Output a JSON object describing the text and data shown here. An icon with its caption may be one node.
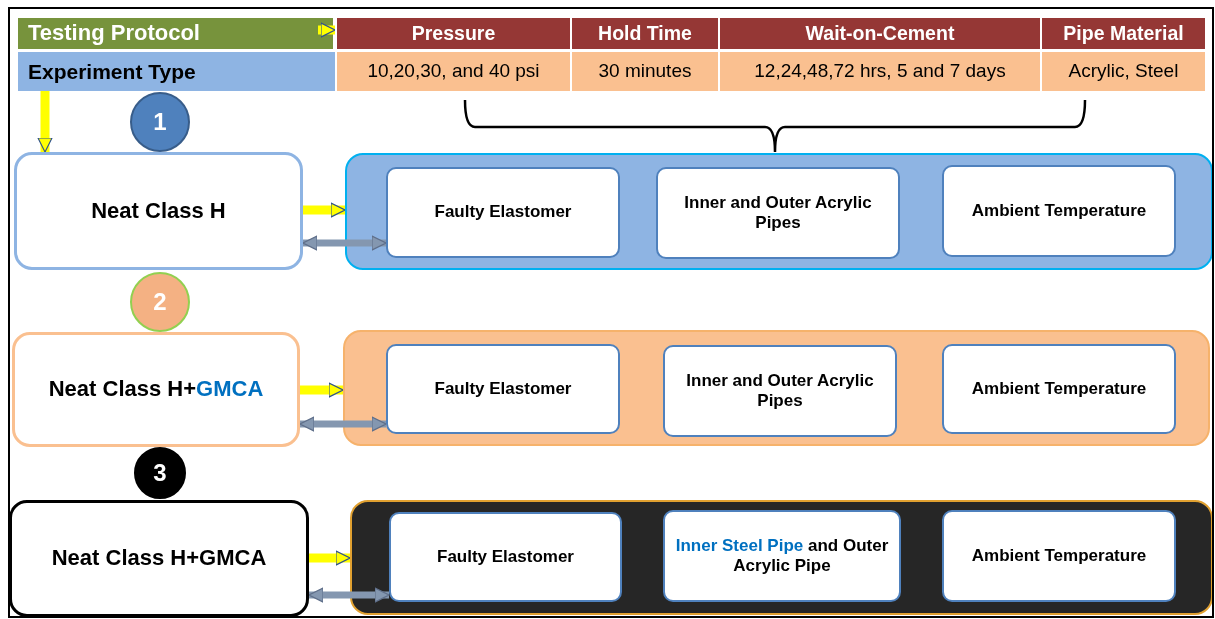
{
  "diagram": {
    "nodes": [
      {
        "text": [
          "Testing Protocol"
        ]
      },
      {
        "text": [
          "Pressure"
        ]
      },
      {
        "text": [
          "Hold Time"
        ]
      },
      {
        "text": [
          "Wait-on-Cement"
        ]
      },
      {
        "text": [
          "Pipe Material"
        ]
      },
      {
        "text": [
          "Experiment Type"
        ]
      },
      {
        "text": [
          "10,20,30, and 40 psi"
        ]
      },
      {
        "text": [
          "30 minutes"
        ]
      },
      {
        "text": [
          "12,24,48,72 hrs, 5 and 7 days"
        ]
      },
      {
        "text": [
          "Acrylic, Steel"
        ]
      },
      {
        "text": [
          "1"
        ]
      },
      {
        "text": [
          "Neat Class H"
        ]
      },
      {
        "text": [],
        "shape": "box"
      },
      {
        "text": [
          "Faulty Elastomer"
        ],
        "in": 12
      },
      {
        "text": [
          "Inner and Outer Acrylic Pipes"
        ],
        "in": 12
      },
      {
        "text": [
          "Ambient Temperature"
        ],
        "in": 12
      },
      {
        "text": [
          "2"
        ]
      },
      {
        "text": [
          "Neat Class H+GMCA"
        ]
      },
      {
        "text": [],
        "shape": "box"
      },
      {
        "text": [
          "Faulty Elastomer"
        ],
        "in": 18
      },
      {
        "text": [
          "Inner and Outer Acrylic Pipes"
        ],
        "in": 18
      },
      {
        "text": [
          "Ambient Temperature"
        ],
        "in": 18
      },
      {
        "text": [
          "3"
        ]
      },
      {
        "text": [
          "Neat Class H+GMCA"
        ]
      },
      {
        "text": [],
        "shape": "box"
      },
      {
        "text": [
          "Faulty Elastomer"
        ],
        "in": 24
      },
      {
        "text": [
          "Inner Steel Pipe and Outer Acrylic Pipe"
        ],
        "in": 24
      },
      {
        "text": [
          "Ambient Temperature"
        ],
        "in": 24
      }
    ],
    "edges": [
      {
        "from": 0,
        "to": 1,
        "arrow": "to"
      },
      {
        "from": 5,
        "to": 11,
        "arrow": "to"
      },
      {
        "from": 11,
        "to": 12,
        "arrow": "to"
      },
      {
        "from": 11,
        "to": 13,
        "arrow": "both",
        "color": "#8497b0"
      },
      {
        "from": 17,
        "to": 18,
        "arrow": "to"
      },
      {
        "from": 17,
        "to": 19,
        "arrow": "both",
        "color": "#8497b0"
      },
      {
        "from": 23,
        "to": 24,
        "arrow": "to"
      },
      {
        "from": 23,
        "to": 25,
        "arrow": "both",
        "color": "#8497b0"
      }
    ]
  }
}
